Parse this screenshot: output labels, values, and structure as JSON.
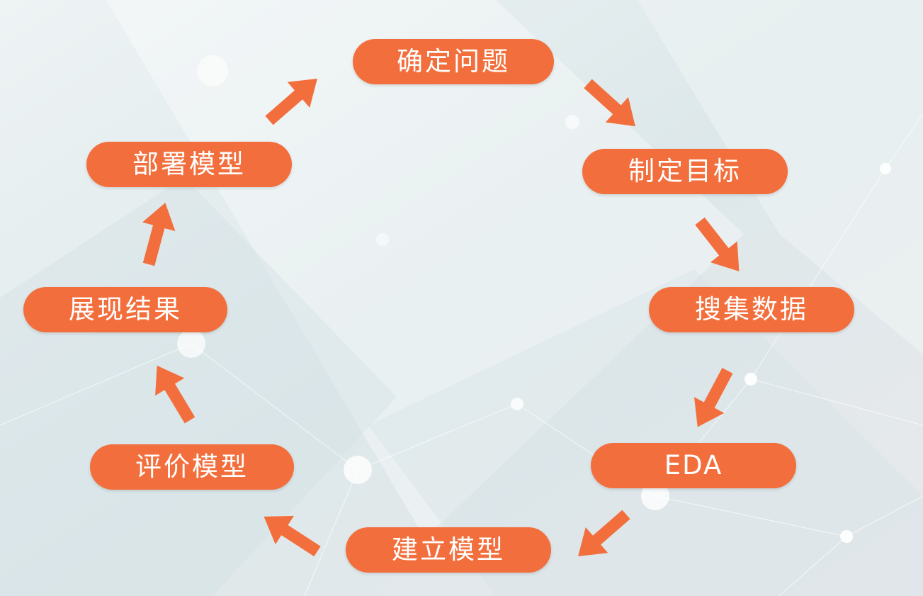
{
  "diagram": {
    "steps": [
      {
        "id": "define",
        "label": "确定问题"
      },
      {
        "id": "goal",
        "label": "制定目标"
      },
      {
        "id": "collect",
        "label": "搜集数据"
      },
      {
        "id": "eda",
        "label": "EDA"
      },
      {
        "id": "build",
        "label": "建立模型"
      },
      {
        "id": "evaluate",
        "label": "评价模型"
      },
      {
        "id": "show",
        "label": "展现结果"
      },
      {
        "id": "deploy",
        "label": "部署模型"
      }
    ],
    "flow": [
      "define",
      "goal",
      "collect",
      "eda",
      "build",
      "evaluate",
      "show",
      "deploy",
      "define"
    ],
    "colors": {
      "node_fill": "#f26f3d",
      "node_text": "#ffffff",
      "arrow": "#f26f3d",
      "background": "#e6eef0"
    }
  }
}
